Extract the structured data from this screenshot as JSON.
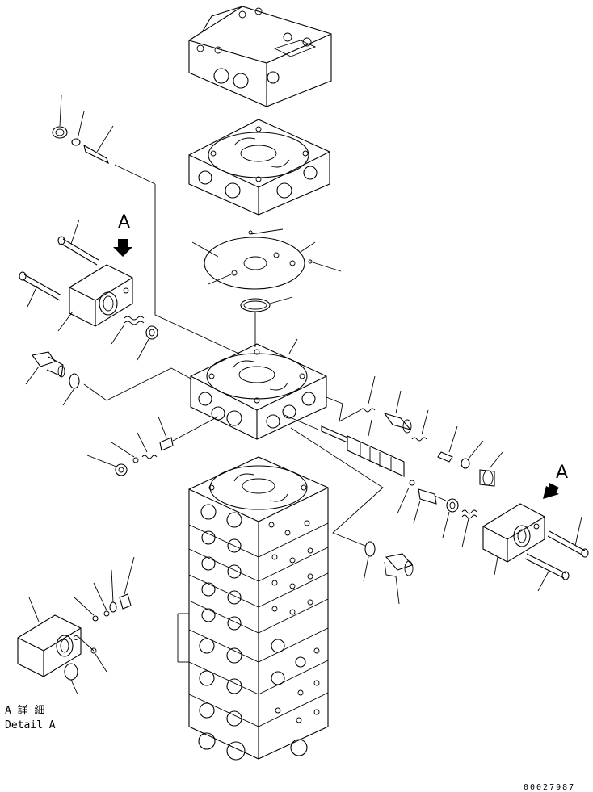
{
  "callouts": {
    "marker_left": "A",
    "marker_right": "A"
  },
  "detail_caption": {
    "line1": "A 詳 細",
    "line2": "Detail A"
  },
  "figure_number": "00027987",
  "icons": [
    "arrow-down-icon"
  ]
}
